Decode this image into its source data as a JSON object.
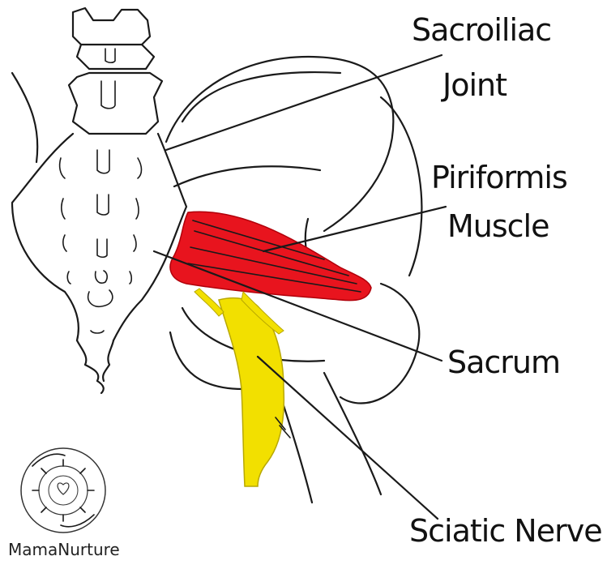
{
  "labels": {
    "sacroiliac_line1": "Sacroiliac",
    "sacroiliac_line2": "Joint",
    "piriformis_line1": "Piriformis",
    "piriformis_line2": "Muscle",
    "sacrum": "Sacrum",
    "sciatic": "Sciatic Nerve"
  },
  "logo": {
    "text": "MamaNurture"
  },
  "colors": {
    "muscle": "#e8141e",
    "nerve": "#f2e000",
    "ink": "#1a1a1a"
  }
}
